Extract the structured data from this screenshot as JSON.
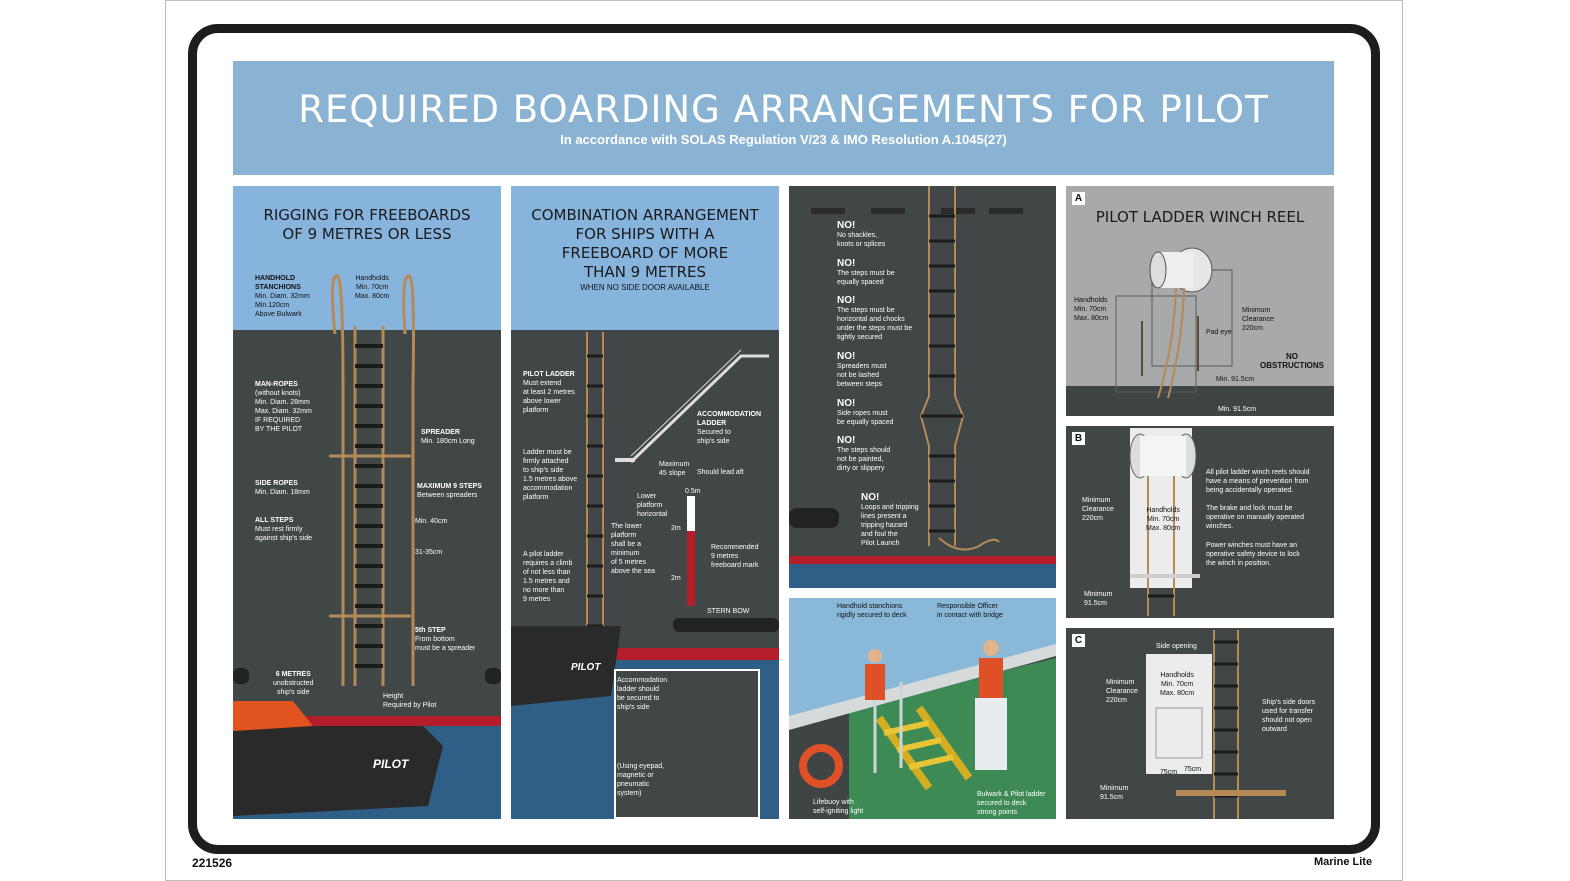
{
  "header": {
    "title": "REQUIRED BOARDING ARRANGEMENTS FOR PILOT",
    "subtitle": "In accordance with SOLAS Regulation V/23 & IMO Resolution A.1045(27)"
  },
  "footer": {
    "code": "221526",
    "brand": "Marine Lite"
  },
  "p1": {
    "title_a": "RIGGING FOR FREEBOARDS",
    "title_b": "OF 9 METRES OR LESS",
    "stanchions": [
      "HANDHOLD",
      "STANCHIONS",
      "Min. Diam. 32mm",
      "Min.120cm",
      "Above Bulwark"
    ],
    "handholds": [
      "Handholds",
      "Min. 70cm",
      "Max. 80cm"
    ],
    "manropes": [
      "MAN-ROPES",
      "(without knots)",
      "Min. Diam. 28mm",
      "Max. Diam. 32mm",
      "IF REQUIRED",
      "BY THE PILOT"
    ],
    "spreader": [
      "SPREADER",
      "Min. 180cm Long"
    ],
    "sideropes": [
      "SIDE ROPES",
      "Min. Diam. 18mm"
    ],
    "max9": [
      "MAXIMUM 9 STEPS",
      "Between spreaders"
    ],
    "allsteps": [
      "ALL STEPS",
      "Must rest firmly",
      "against ship's side"
    ],
    "min40": "Min. 40cm",
    "step3135": "31-35cm",
    "fifth": [
      "5th STEP",
      "From bottom",
      "must be a spreader"
    ],
    "sixm": [
      "6 METRES",
      "unobstructed",
      "ship's side"
    ],
    "height": [
      "Height",
      "Required by Pilot"
    ],
    "boat": "PILOT"
  },
  "p2": {
    "title": [
      "COMBINATION ARRANGEMENT",
      "FOR SHIPS WITH A",
      "FREEBOARD OF MORE",
      "THAN 9 METRES"
    ],
    "when": "WHEN NO SIDE DOOR AVAILABLE",
    "pilotladder": [
      "PILOT LADDER",
      "Must extend",
      "at least 2 metres",
      "above lower",
      "platform"
    ],
    "accom": [
      "ACCOMMODATION",
      "LADDER",
      "Secured to",
      "ship's side"
    ],
    "firmly": [
      "Ladder must be",
      "firmly attached",
      "to ship's side",
      "1.5 metres above",
      "accommodation",
      "platform"
    ],
    "max45": [
      "Maximum",
      "45 slope"
    ],
    "aft": "Should lead aft",
    "lower": [
      "Lower",
      "platform",
      "horizontal"
    ],
    "lowerplat": [
      "The lower",
      "platform",
      "shall be a",
      "minimum",
      "of 5 metres",
      "above the sea"
    ],
    "climb": [
      "A pilot ladder",
      "requires a climb",
      "of not less than",
      "1.5 metres and",
      "no more than",
      "9 metres"
    ],
    "m05": "0.5m",
    "m2a": "2m",
    "m2b": "2m",
    "recommended": [
      "Recommended",
      "9 metres",
      "freeboard mark"
    ],
    "sternbow": "STERN  BOW",
    "secured": [
      "Accommodation",
      "ladder should",
      "be secured to",
      "ship's side"
    ],
    "eyepad": [
      "(Using eyepad,",
      "magnetic or",
      "pneumatic",
      "system)"
    ],
    "boat": "PILOT"
  },
  "p3": {
    "items": [
      {
        "no": "NO!",
        "lines": [
          "No shackles,",
          "knots or splices"
        ]
      },
      {
        "no": "NO!",
        "lines": [
          "The steps must be",
          "equally spaced"
        ]
      },
      {
        "no": "NO!",
        "lines": [
          "The steps must be",
          "horizontal and chocks",
          "under the steps must be",
          "tightly secured"
        ]
      },
      {
        "no": "NO!",
        "lines": [
          "Spreaders must",
          "not be lashed",
          "between steps"
        ]
      },
      {
        "no": "NO!",
        "lines": [
          "Side ropes must",
          "be equally spaced"
        ]
      },
      {
        "no": "NO!",
        "lines": [
          "The steps should",
          "not be painted,",
          "dirty or slippery"
        ]
      },
      {
        "no": "NO!",
        "lines": [
          "Loops and tripping",
          "lines present a",
          "tripping hazard",
          "and foul the",
          "Pilot Launch"
        ]
      }
    ]
  },
  "p4": {
    "handhold": [
      "Handhold stanchions",
      "rigidly secured to deck"
    ],
    "officer": [
      "Responsible Officer",
      "in contact with bridge"
    ],
    "lifebuoy": [
      "Lifebuoy with",
      "self-igniting light"
    ],
    "bulwark": [
      "Bulwark & Pilot ladder",
      "secured to deck",
      "strong points"
    ]
  },
  "pA": {
    "letter": "A",
    "title": "PILOT LADDER WINCH REEL",
    "handholds": [
      "Handholds",
      "Min. 70cm",
      "Max. 80cm"
    ],
    "clearance": [
      "Minimum",
      "Clearance",
      "220cm"
    ],
    "padeye": "Pad eye",
    "obstructions": [
      "NO",
      "OBSTRUCTIONS"
    ],
    "min915a": "Min. 91.5cm",
    "min915b": "Min. 91.5cm"
  },
  "pB": {
    "letter": "B",
    "clearance": [
      "Minimum",
      "Clearance",
      "220cm"
    ],
    "handholds": [
      "Handholds",
      "Min. 70cm",
      "Max. 80cm"
    ],
    "minimum": [
      "Minimum",
      "91.5cm"
    ],
    "text1": [
      "All pilot ladder winch reels should",
      "have a means of prevention from",
      "being accidentally operated."
    ],
    "text2": [
      "The brake and lock must be",
      "operative on manually operated",
      "winches."
    ],
    "text3": [
      "Power winches must have an",
      "operative safety device to lock",
      "the winch in position."
    ]
  },
  "pC": {
    "letter": "C",
    "side": "Side opening",
    "clearance": [
      "Minimum",
      "Clearance",
      "220cm"
    ],
    "handholds": [
      "Handholds",
      "Min. 70cm",
      "Max. 80cm"
    ],
    "w1": "75cm",
    "w2": "75cm",
    "minimum": [
      "Minimum",
      "91.5cm"
    ],
    "doors": [
      "Ship's side doors",
      "used for transfer",
      "should not open",
      "outward"
    ]
  },
  "colors": {
    "banner": "#8ab3d3",
    "hull": "#414646",
    "sky": "#87b4dd",
    "sea": "#2f5f86",
    "red": "#b41e2a",
    "rope": "#b58a56"
  }
}
